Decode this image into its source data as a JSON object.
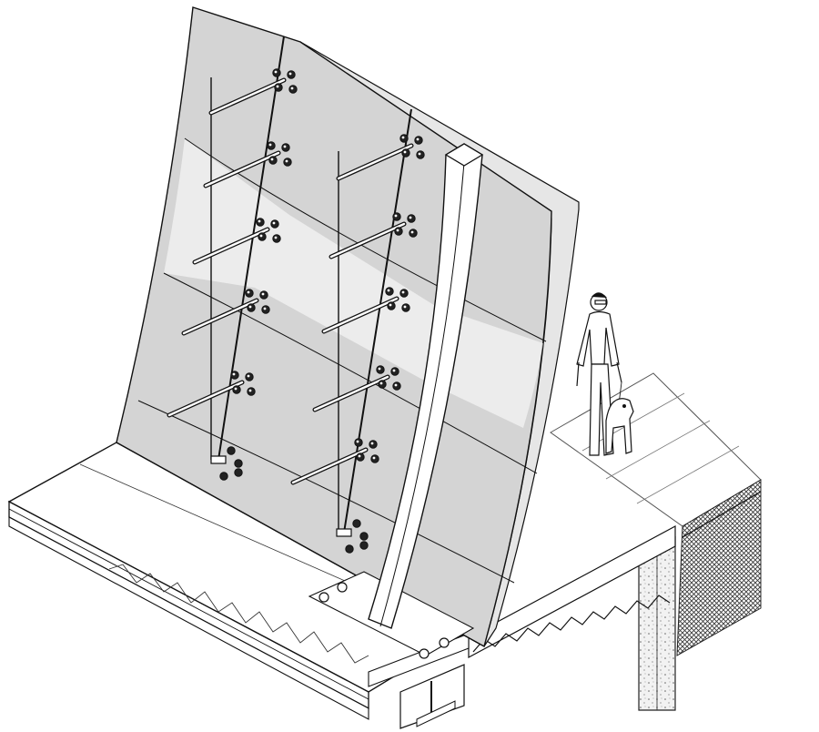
{
  "figure": {
    "style": "axonometric line drawing",
    "colors": {
      "panel": "#d4d4d4",
      "panel_light": "#ffffff",
      "edge": "#e6e6e6",
      "line": "#111111",
      "hatch": "#3a3a3a",
      "concrete": "#f2f2f2"
    },
    "components": [
      "curved-glass-wall",
      "tension-rods",
      "bolted-fittings",
      "steel-hss-mullion",
      "floor-slab",
      "open-web-joists",
      "i-beam",
      "foundation-wall",
      "sidewalk",
      "earth-fill",
      "scale-figure-person-with-dog"
    ],
    "rod_columns": 2,
    "panel_rows": 5,
    "person": {
      "depicted": true
    },
    "dog": {
      "depicted": true
    }
  }
}
